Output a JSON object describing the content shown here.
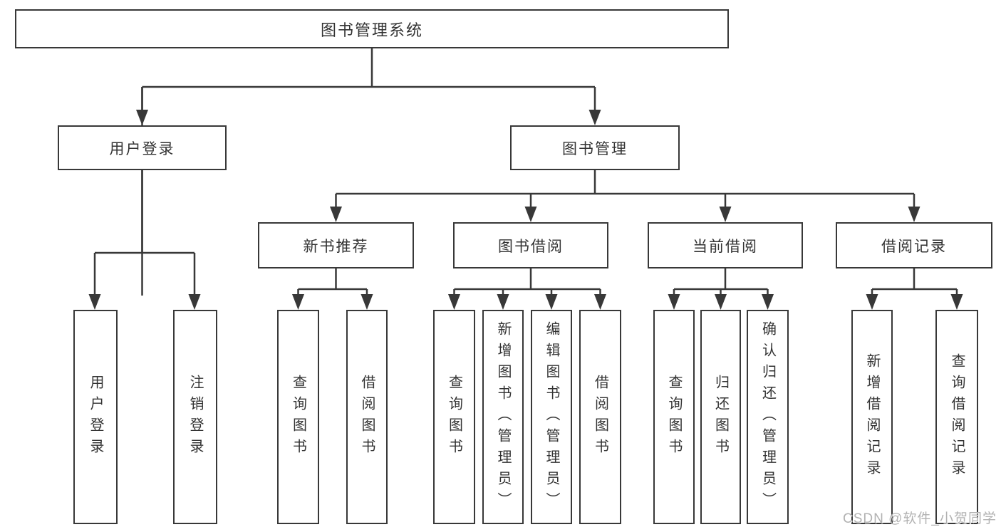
{
  "diagram": {
    "root": {
      "label": "图书管理系统"
    },
    "branches": {
      "user_login": {
        "label": "用户登录",
        "children": {
          "login": {
            "label": "用户登录"
          },
          "logout": {
            "label": "注销登录"
          }
        }
      },
      "book_mgmt": {
        "label": "图书管理",
        "children": {
          "new_book_rec": {
            "label": "新书推荐",
            "children": {
              "query_books": {
                "label": "查询图书"
              },
              "borrow_books": {
                "label": "借阅图书"
              }
            }
          },
          "book_borrow": {
            "label": "图书借阅",
            "children": {
              "query_books": {
                "label": "查询图书"
              },
              "add_books": {
                "label": "新增图书（管理员）"
              },
              "edit_books": {
                "label": "编辑图书（管理员）"
              },
              "borrow_books": {
                "label": "借阅图书"
              }
            }
          },
          "current_borrow": {
            "label": "当前借阅",
            "children": {
              "query_books": {
                "label": "查询图书"
              },
              "return_books": {
                "label": "归还图书"
              },
              "confirm_return": {
                "label": "确认归还（管理员）"
              }
            }
          },
          "borrow_records": {
            "label": "借阅记录",
            "children": {
              "add_record": {
                "label": "新增借阅记录"
              },
              "query_record": {
                "label": "查询借阅记录"
              }
            }
          }
        }
      }
    }
  },
  "watermark": {
    "text": "CSDN @软件_小贺同学"
  },
  "colors": {
    "line": "#383838",
    "box_border": "#383838",
    "text": "#333333",
    "background": "#ffffff",
    "watermark": "#b2b2b2"
  }
}
